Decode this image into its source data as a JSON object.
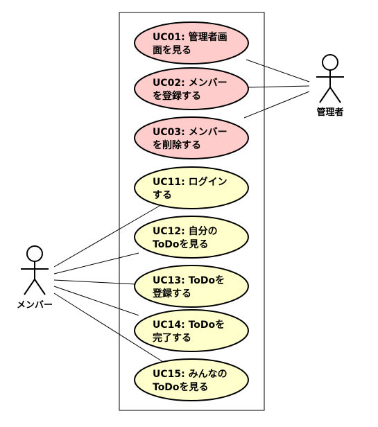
{
  "colors": {
    "admin_usecase_fill": "#FFCCCC",
    "member_usecase_fill": "#FFFFCC",
    "stroke": "#000000"
  },
  "actors": {
    "admin": {
      "label": "管理者"
    },
    "member": {
      "label": "メンバー"
    }
  },
  "usecases": [
    {
      "id": "uc01",
      "lines": [
        "UC01: 管理者画",
        "面を見る"
      ],
      "actor": "admin"
    },
    {
      "id": "uc02",
      "lines": [
        "UC02: メンバー",
        "を登録する"
      ],
      "actor": "admin"
    },
    {
      "id": "uc03",
      "lines": [
        "UC03: メンバー",
        "を削除する"
      ],
      "actor": "admin"
    },
    {
      "id": "uc11",
      "lines": [
        "UC11: ログイン",
        "する"
      ],
      "actor": "member"
    },
    {
      "id": "uc12",
      "lines": [
        "UC12: 自分の",
        "ToDoを見る"
      ],
      "actor": "member"
    },
    {
      "id": "uc13",
      "lines": [
        "UC13: ToDoを",
        "登録する"
      ],
      "actor": "member"
    },
    {
      "id": "uc14",
      "lines": [
        "UC14: ToDoを",
        "完了する"
      ],
      "actor": "member"
    },
    {
      "id": "uc15",
      "lines": [
        "UC15: みんなの",
        "ToDoを見る"
      ],
      "actor": "member"
    }
  ]
}
